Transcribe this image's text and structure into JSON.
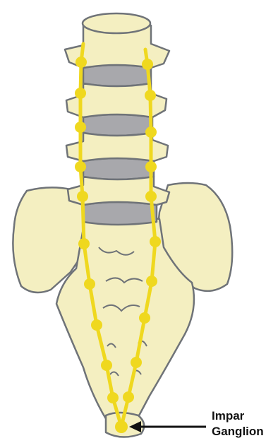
{
  "label": {
    "line1": "Impar",
    "line2": "Ganglion"
  },
  "colors": {
    "bone": "#f4efc1",
    "bone_outline": "#6f7378",
    "disc": "#a8a8ac",
    "chain": "#efd81f",
    "arrow": "#111111"
  },
  "icons": [
    "spine-vertebra",
    "sacrum",
    "coccyx",
    "arrow-left-icon"
  ]
}
